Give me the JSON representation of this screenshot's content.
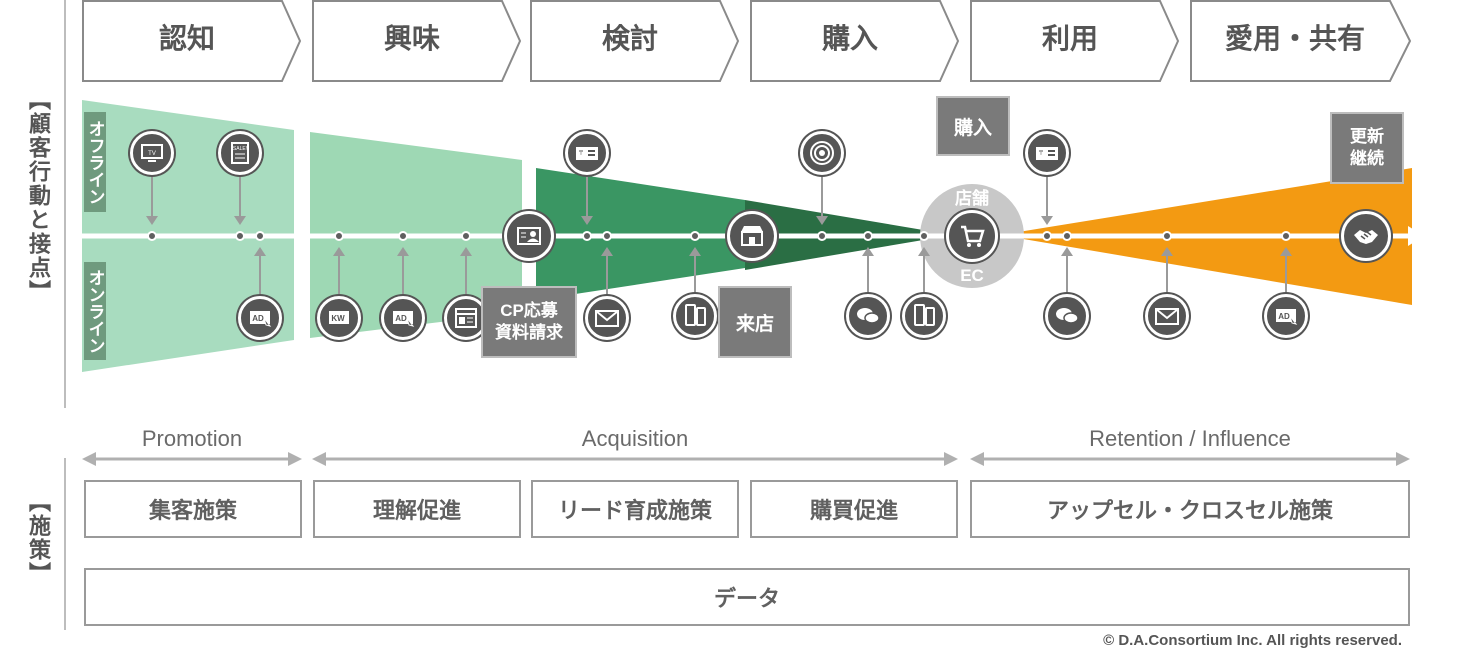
{
  "axis_labels": {
    "customer": "【顧客行動と接点】",
    "measures": "【施策】"
  },
  "stages": [
    "認知",
    "興味",
    "検討",
    "購入",
    "利用",
    "愛用・共有"
  ],
  "channels": {
    "offline": "オフライン",
    "online": "オンライン"
  },
  "tags": {
    "cp": "CP応募\n資料請求",
    "visit": "来店",
    "purchase": "購入",
    "store": "店舗",
    "ec": "EC",
    "renew": "更新\n継続"
  },
  "icons": {
    "tv": "tv-icon",
    "sale": "sale-flyer-icon",
    "ad": "ad-click-icon",
    "kw": "keyword-search-icon",
    "web": "web-page-icon",
    "profile": "profile-card-icon",
    "dm": "direct-mail-icon",
    "mail": "email-icon",
    "mobile": "smartphone-icon",
    "store": "store-icon",
    "beacon": "beacon-icon",
    "chat": "chat-bubble-icon",
    "cart": "cart-icon",
    "handshake": "handshake-icon"
  },
  "phases": [
    "Promotion",
    "Acquisition",
    "Retention / Influence"
  ],
  "measures": [
    "集客施策",
    "理解促進",
    "リード育成施策",
    "購買促進",
    "アップセル・クロスセル施策"
  ],
  "data_bar": "データ",
  "copyright": "© D.A.Consortium Inc. All rights reserved.",
  "colors": {
    "light_green": "#a8dcbf",
    "mid_green": "#3a9663",
    "dark_green": "#2a6e44",
    "orange": "#f39a12",
    "icon_gray": "#555555"
  }
}
